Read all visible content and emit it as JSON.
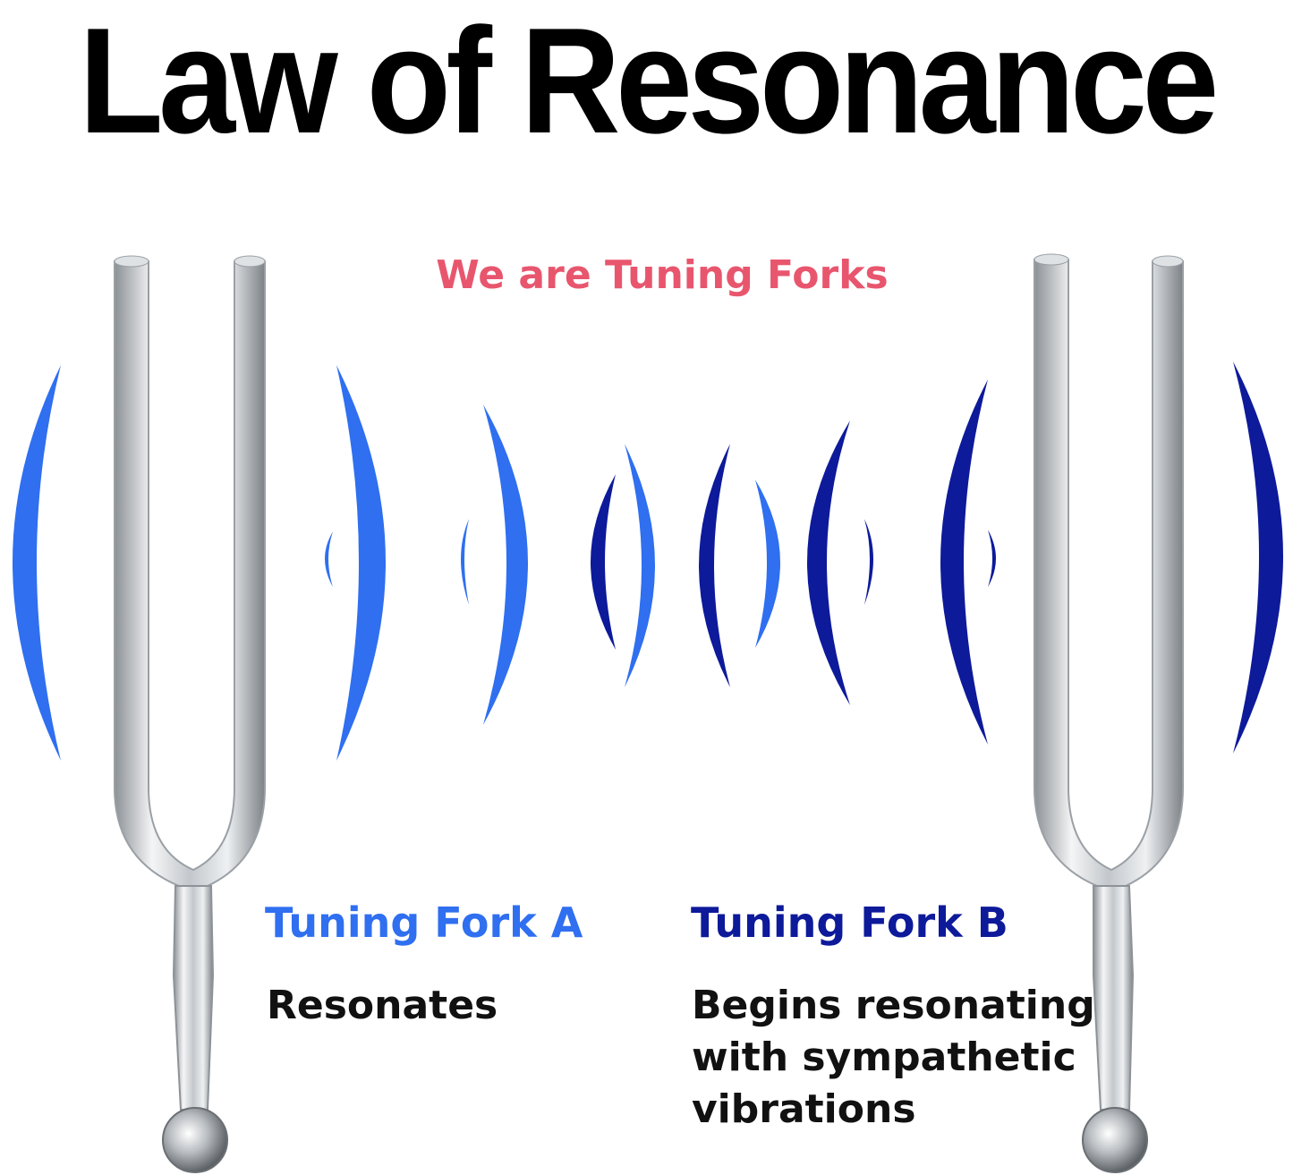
{
  "title": "Law of Resonance",
  "subtitle": "We are Tuning Forks",
  "colors": {
    "title": "#000000",
    "subtitle": "#e8566e",
    "fork_a": "#2f6ff0",
    "fork_b": "#0d1a9a",
    "metal": "#c8ccd0"
  },
  "fork_a": {
    "name": "Tuning Fork A",
    "description": "Resonates"
  },
  "fork_b": {
    "name": "Tuning Fork B",
    "description_lines": [
      "Begins resonating",
      "with sympathetic",
      "vibrations"
    ]
  }
}
